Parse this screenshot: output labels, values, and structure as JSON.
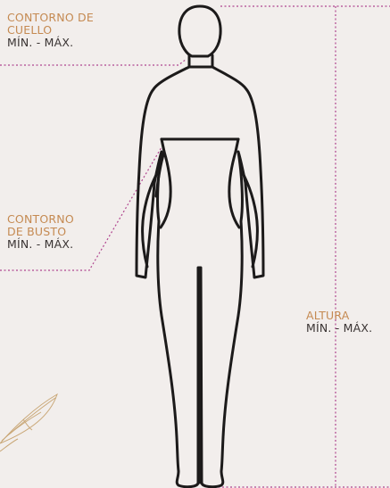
{
  "colors": {
    "background": "#f2eeec",
    "figure_outline": "#1c1a1a",
    "guide_line": "#b0468f",
    "label_accent": "#c58a52",
    "label_dark": "#3a3433"
  },
  "labels": {
    "neck": {
      "line1": "CONTORNO DE",
      "line2": "CUELLO",
      "line3": "MÍN. - MÁX."
    },
    "bust": {
      "line1": "CONTORNO",
      "line2": "DE BUSTO",
      "line3": "MÍN. - MÁX."
    },
    "height": {
      "line1": "ALTURA",
      "line2": "MÍN. - MÁX."
    }
  },
  "icons": {
    "figure": "female-body-outline-icon",
    "decoration": "feather-quill-icon"
  }
}
